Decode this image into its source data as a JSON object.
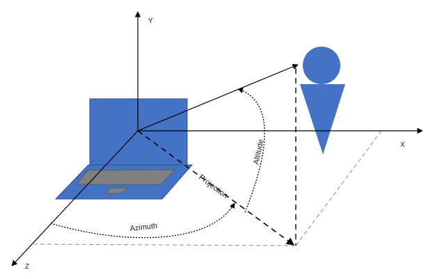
{
  "axes": {
    "x_label": "X",
    "y_label": "Y",
    "z_label": "Z"
  },
  "labels": {
    "azimuth": "Azimuth",
    "altitude": "Altitude",
    "projection": "Projection"
  },
  "colors": {
    "laptop_fill": "#4472c4",
    "laptop_stroke": "#2f4f8f",
    "keyboard_fill": "#808080",
    "person_fill": "#4472c4",
    "line": "#000000",
    "ground_plane": "#888888"
  },
  "icons": {
    "device": "laptop-icon",
    "observer": "person-icon"
  }
}
